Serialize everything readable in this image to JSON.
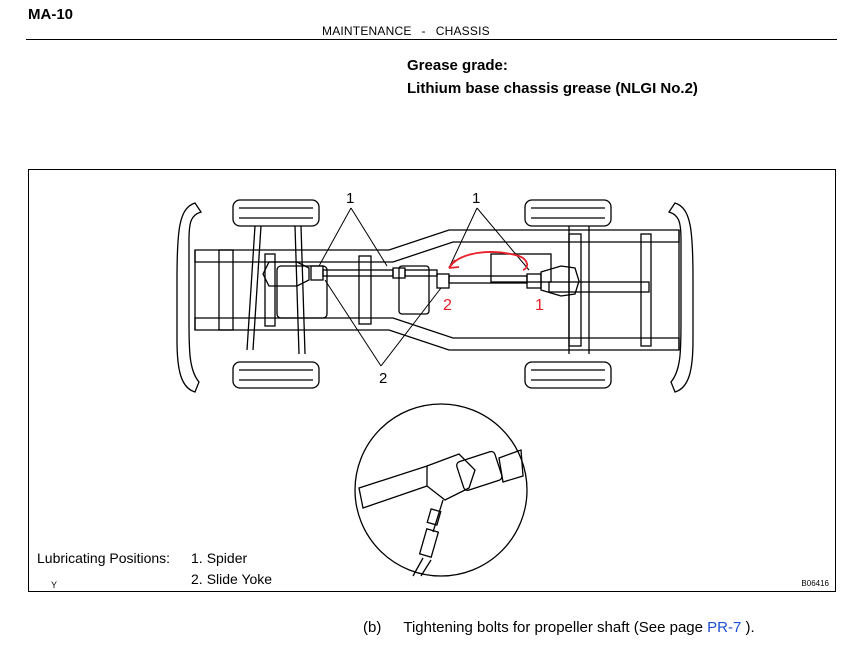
{
  "header": {
    "page_code": "MA-10",
    "section": "MAINTENANCE",
    "separator": "-",
    "subsection": "CHASSIS"
  },
  "grease": {
    "label": "Grease grade:",
    "value": "Lithium base chassis grease (NLGI No.2)"
  },
  "figure": {
    "callout_1": "1",
    "callout_2": "2",
    "annotation_1": "1",
    "annotation_2": "2",
    "annotation_color": "#e8202a",
    "legend_title": "Lubricating Positions:",
    "legend_items": [
      {
        "num": "1.",
        "label": "Spider"
      },
      {
        "num": "2.",
        "label": "Slide Yoke"
      }
    ],
    "corner_mark": "Y",
    "figure_code": "B06416"
  },
  "instruction": {
    "step": "(b)",
    "text_before": "Tightening bolts for propeller shaft (See page ",
    "link": "PR-7",
    "text_after": " )."
  }
}
